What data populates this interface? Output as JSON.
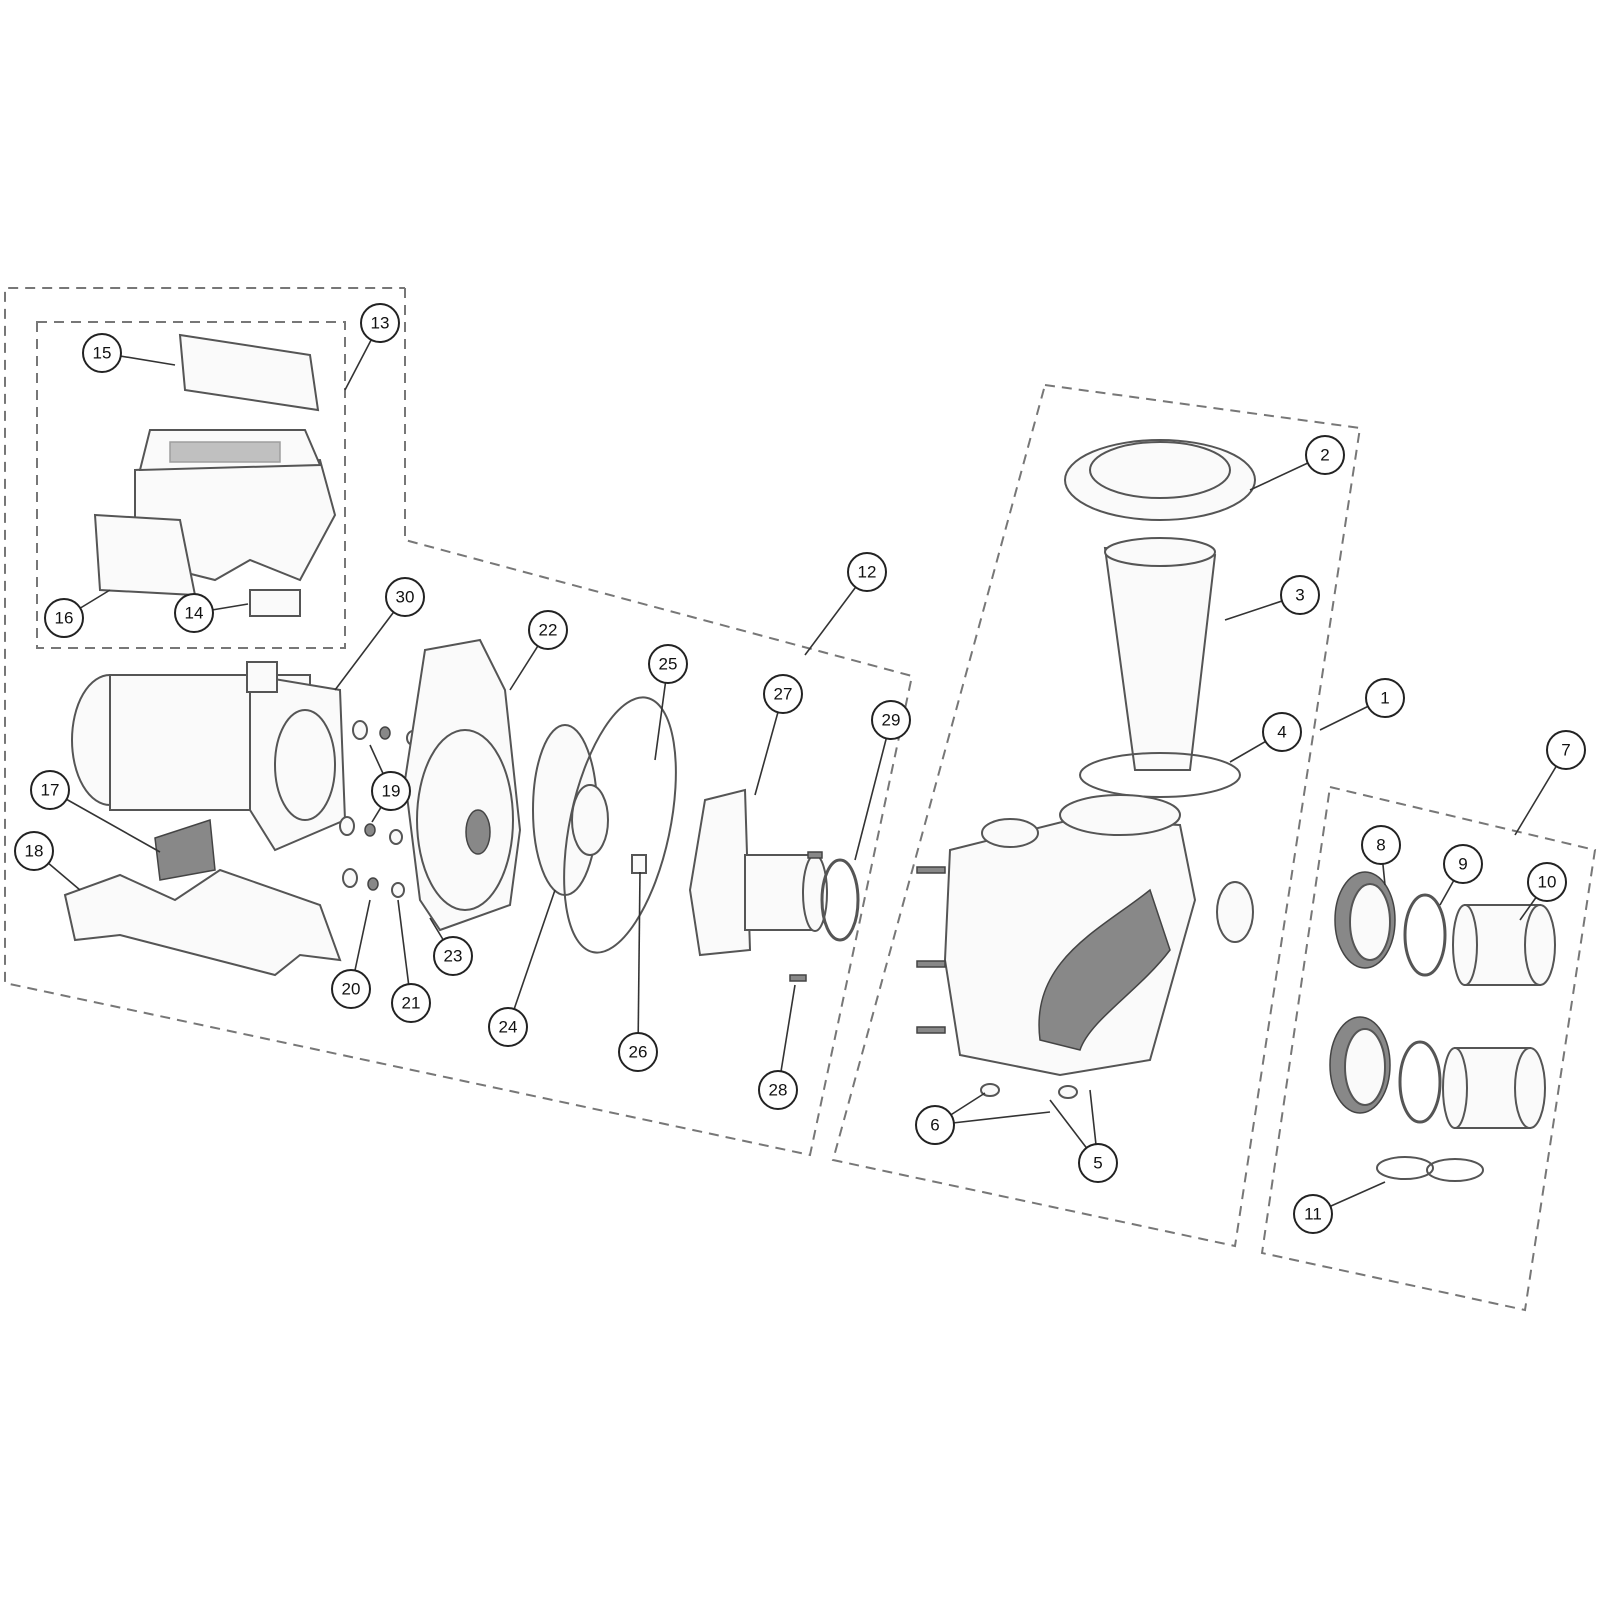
{
  "diagram": {
    "type": "exploded parts diagram",
    "callouts": [
      "1",
      "2",
      "3",
      "4",
      "5",
      "6",
      "7",
      "8",
      "9",
      "10",
      "11",
      "12",
      "13",
      "14",
      "15",
      "16",
      "17",
      "18",
      "19",
      "20",
      "21",
      "22",
      "23",
      "24",
      "25",
      "26",
      "27",
      "28",
      "29",
      "30"
    ]
  }
}
